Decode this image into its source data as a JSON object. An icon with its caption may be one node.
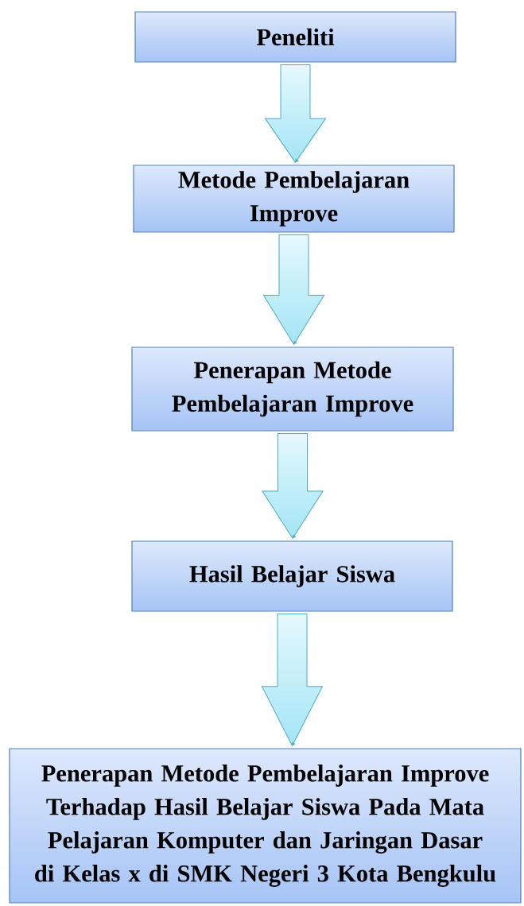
{
  "diagram": {
    "nodes": [
      {
        "text": [
          "Peneliti"
        ]
      },
      {
        "text": [
          "Metode Pembelajaran Improve"
        ]
      },
      {
        "text": [
          "Penerapan Metode Pembelajaran Improve"
        ]
      },
      {
        "text": [
          "Hasil Belajar Siswa"
        ]
      },
      {
        "text": [
          "Penerapan Metode Pembelajaran Improve Terhadap Hasil Belajar Siswa Pada Mata Pelajaran Komputer dan Jaringan Dasar di Kelas x di SMK Negeri 3 Kota Bengkulu"
        ]
      }
    ],
    "edges": [
      {
        "from": 0,
        "to": 1,
        "arrow": "to"
      },
      {
        "from": 1,
        "to": 2,
        "arrow": "to"
      },
      {
        "from": 2,
        "to": 3,
        "arrow": "to"
      },
      {
        "from": 3,
        "to": 4,
        "arrow": "to"
      }
    ]
  }
}
